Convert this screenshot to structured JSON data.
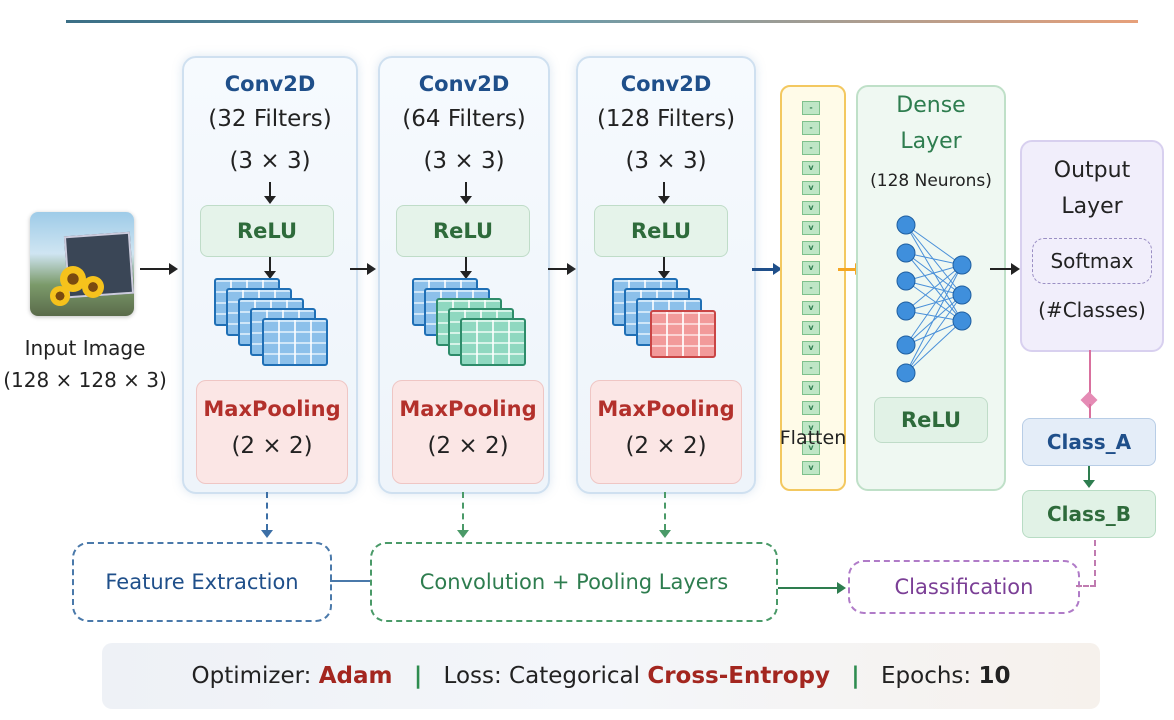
{
  "input": {
    "label": "Input Image",
    "shape": "(128 × 128 × 3)"
  },
  "conv_blocks": [
    {
      "title": "Conv2D",
      "filters": "(32 Filters)",
      "kernel": "(3 × 3)",
      "activation": "ReLU",
      "pool_title": "MaxPooling",
      "pool_size": "(2 × 2)"
    },
    {
      "title": "Conv2D",
      "filters": "(64 Filters)",
      "kernel": "(3 × 3)",
      "activation": "ReLU",
      "pool_title": "MaxPooling",
      "pool_size": "(2 × 2)"
    },
    {
      "title": "Conv2D",
      "filters": "(128 Filters)",
      "kernel": "(3 × 3)",
      "activation": "ReLU",
      "pool_title": "MaxPooling",
      "pool_size": "(2 × 2)"
    }
  ],
  "flatten": {
    "label": "Flatten"
  },
  "dense": {
    "title_1": "Dense",
    "title_2": "Layer",
    "neurons": "(128 Neurons)",
    "activation": "ReLU"
  },
  "output": {
    "title_1": "Output",
    "title_2": "Layer",
    "activation": "Softmax",
    "classes": "(#Classes)"
  },
  "classes": [
    "Class_A",
    "Class_B"
  ],
  "groups": {
    "feature_extraction": "Feature Extraction",
    "conv_pooling": "Convolution + Pooling Layers",
    "classification": "Classification"
  },
  "footer": {
    "optimizer_label": "Optimizer:",
    "optimizer_value": "Adam",
    "separator": "|",
    "loss_label": "Loss: Categorical",
    "loss_value": "Cross-Entropy",
    "epochs_label": "Epochs:",
    "epochs_value": "10"
  },
  "colors": {
    "conv_title": "#1f4f8a",
    "relu": "#2e6b3b",
    "maxpool": "#b3302b",
    "flatten_border": "#f3c860",
    "dense_border": "#bfe0c8",
    "output_bg": "#f1eefb",
    "feature_extraction": "#1f4f8a",
    "conv_pooling": "#2e7d4f",
    "classification": "#7b3f96",
    "footer_highlight": "#a3261f"
  }
}
